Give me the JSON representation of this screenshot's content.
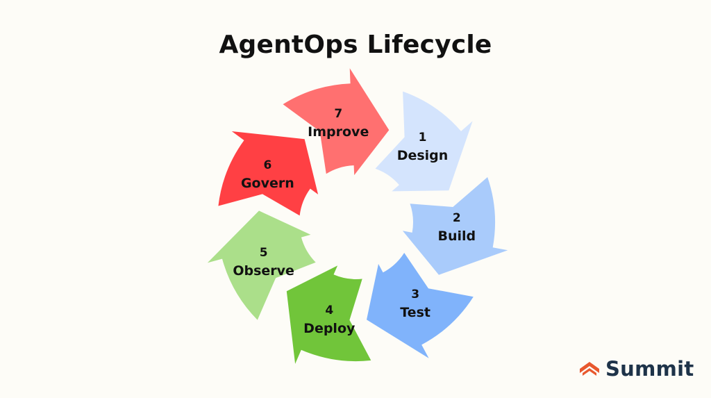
{
  "title": "AgentOps Lifecycle",
  "brand": {
    "name": "Summit",
    "icon": "chevron-up-logo-icon",
    "icon_color": "#e8582e",
    "text_color": "#1e3349"
  },
  "background": "#fdfcf7",
  "stages": [
    {
      "number": "1",
      "label": "Design",
      "color": "#d4e4fd"
    },
    {
      "number": "2",
      "label": "Build",
      "color": "#a9cbfb"
    },
    {
      "number": "3",
      "label": "Test",
      "color": "#80b3fb"
    },
    {
      "number": "4",
      "label": "Deploy",
      "color": "#71c53a"
    },
    {
      "number": "5",
      "label": "Observe",
      "color": "#abdf8a"
    },
    {
      "number": "6",
      "label": "Govern",
      "color": "#ff4044"
    },
    {
      "number": "7",
      "label": "Improve",
      "color": "#ff7070"
    }
  ]
}
